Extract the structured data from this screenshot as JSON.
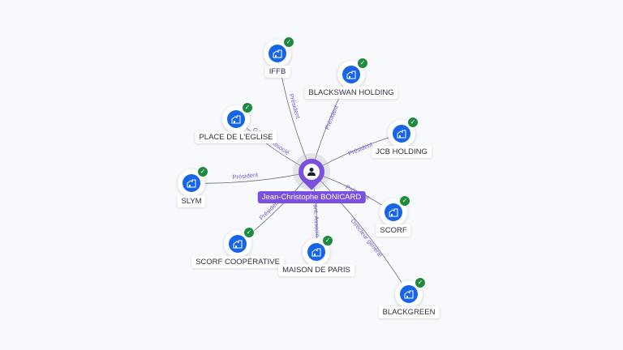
{
  "person": {
    "name": "Jean-Christophe BONICARD",
    "icon": "person-icon"
  },
  "colors": {
    "accent": "#7b4fe0",
    "company": "#1565e6",
    "verified": "#1e8a3e",
    "edge": "#6b6b80",
    "edge_label": "#7b5ce0"
  },
  "companies": [
    {
      "name": "IFFB",
      "role": "Président"
    },
    {
      "name": "BLACKSWAN HOLDING",
      "role": "Président"
    },
    {
      "name": "PLACE DE L'EGLISE",
      "role": "Gérant, Associé"
    },
    {
      "name": "JCB HOLDING",
      "role": "Président"
    },
    {
      "name": "SLYM",
      "role": "Président"
    },
    {
      "name": "SCORF COOPÉRATIVE",
      "role": "Président"
    },
    {
      "name": "MAISON DE PARIS",
      "role": "Gérant, Associé"
    },
    {
      "name": "SCORF",
      "role": "Président"
    },
    {
      "name": "BLACKGREEN",
      "role": "Directeur général"
    }
  ]
}
